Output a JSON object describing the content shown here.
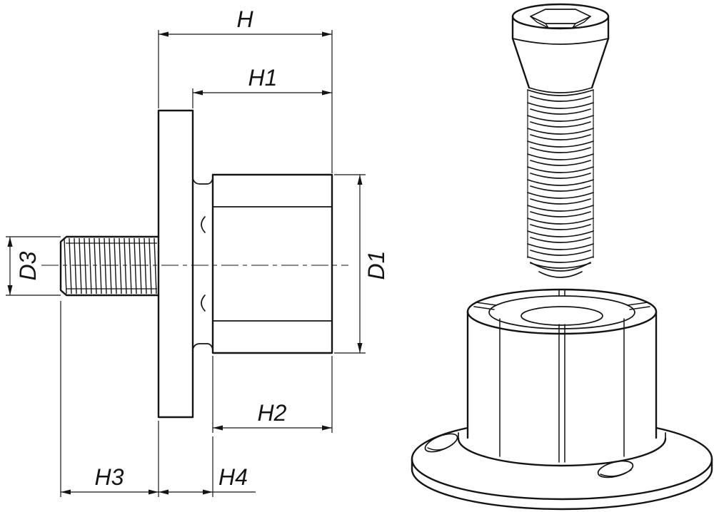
{
  "drawing": {
    "background": "#ffffff",
    "line_color": "#141414",
    "dimension_labels": {
      "h": "H",
      "h1": "H1",
      "h2": "H2",
      "h3": "H3",
      "h4": "H4",
      "d1": "D1",
      "d3": "D3"
    }
  }
}
